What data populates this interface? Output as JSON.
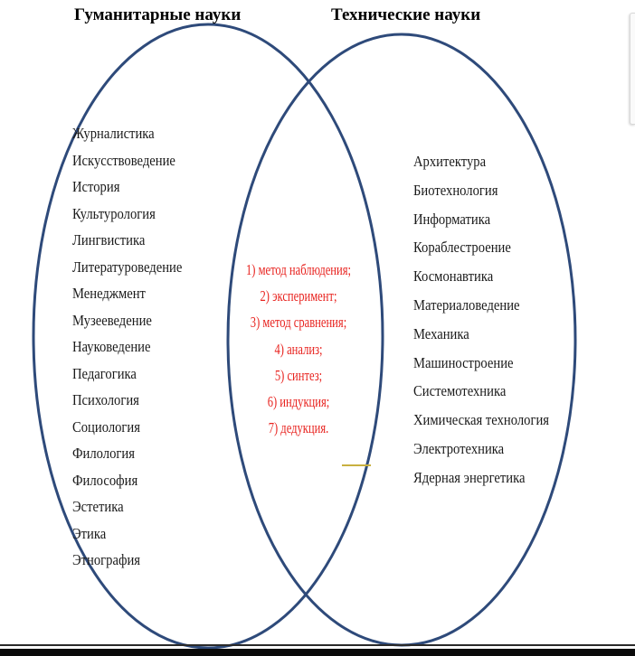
{
  "titles": {
    "left": "Гуманитарные науки",
    "right": "Технические науки"
  },
  "humanities": [
    "Журналистика",
    "Искусствоведение",
    "История",
    "Культурология",
    "Лингвистика",
    "Литературоведение",
    "Менеджмент",
    "Музееведение",
    "Науковедение",
    "Педагогика",
    "Психология",
    "Социология",
    "Филология",
    "Философия",
    "Эстетика",
    "Этика",
    "Этнография"
  ],
  "technical": [
    "Архитектура",
    "Биотехнология",
    "Информатика",
    "Кораблестроение",
    "Космонавтика",
    "Материаловедение",
    "Механика",
    "Машиностроение",
    "Системотехника",
    "Химическая технология",
    "Электротехника",
    "Ядерная энергетика"
  ],
  "common_methods": [
    "1) метод наблюдения;",
    "2) эксперимент;",
    "3) метод сравнения;",
    "4) анализ;",
    "5) синтез;",
    "6) индукция;",
    "7) дедукция."
  ],
  "colors": {
    "ellipse_stroke": "#2e4a7a",
    "methods_text": "#e8231f",
    "text": "#1a1a1a"
  }
}
